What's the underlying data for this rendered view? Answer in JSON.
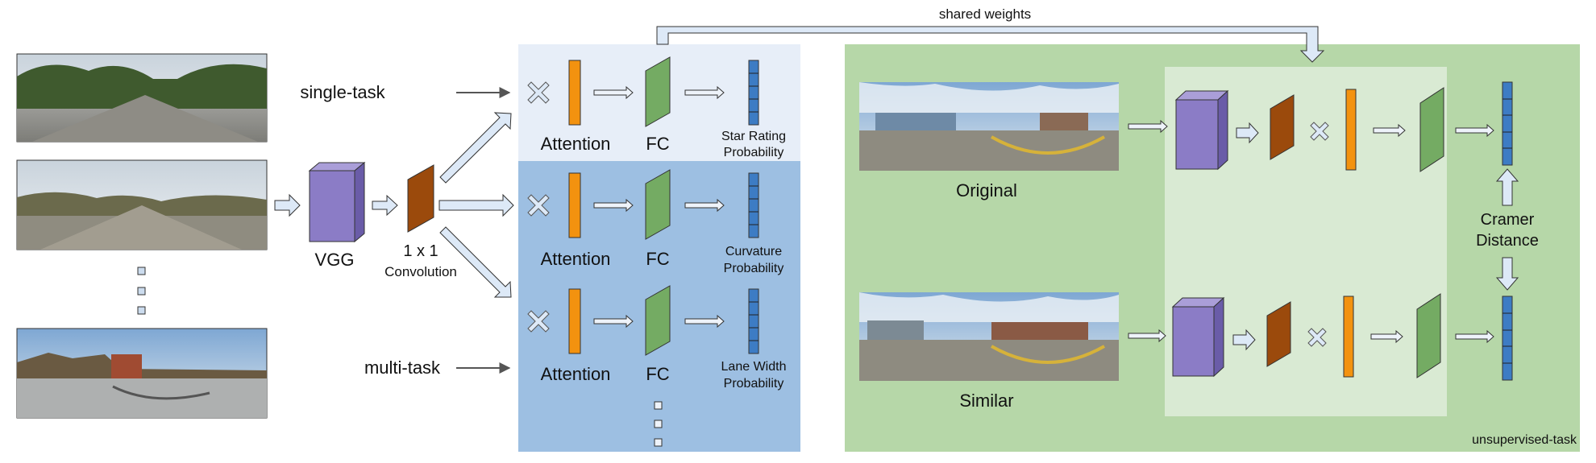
{
  "labels": {
    "shared_weights": "shared weights",
    "single_task": "single-task",
    "multi_task": "multi-task",
    "vgg": "VGG",
    "conv_line1": "1 x 1",
    "conv_line2": "Convolution",
    "attention": "Attention",
    "fc": "FC",
    "original": "Original",
    "similar": "Similar",
    "cramer_line1": "Cramer",
    "cramer_line2": "Distance",
    "unsupervised_task": "unsupervised-task"
  },
  "tasks": [
    {
      "line1": "Star Rating",
      "line2": "Probability"
    },
    {
      "line1": "Curvature",
      "line2": "Probability"
    },
    {
      "line1": "Lane Width",
      "line2": "Probability"
    }
  ],
  "colors": {
    "vgg_purple": "#8b7cc6",
    "conv_brown": "#9b4a0c",
    "attention_orange": "#f3920f",
    "fc_green": "#74ab63",
    "prob_blue": "#3d7cc4",
    "single_task_panel": "#e7eef8",
    "multi_task_panel": "#9dbfe2",
    "unsupervised_panel": "#b6d7a8",
    "siamese_panel": "#d9ead3",
    "arrow_fill": "#dde9f7"
  },
  "icons": [
    "panorama-image",
    "multiply-icon",
    "ellipsis-dots-icon",
    "block-arrow-icon"
  ]
}
